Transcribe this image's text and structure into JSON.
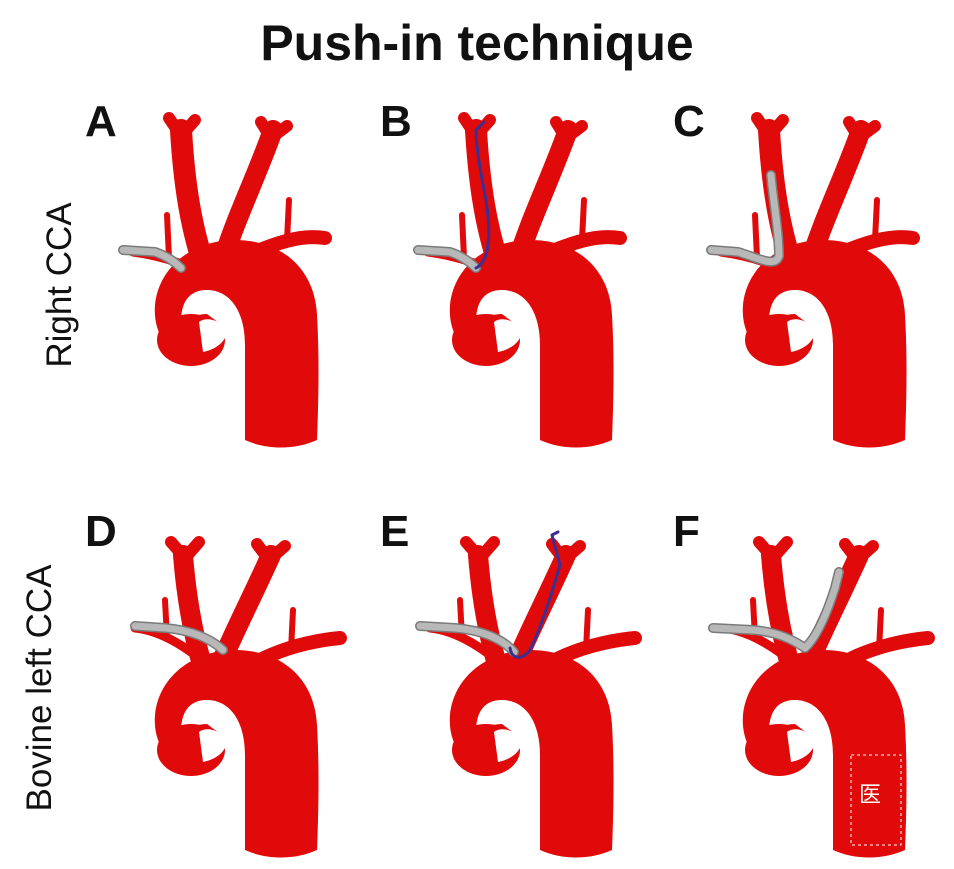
{
  "title": "Push-in technique",
  "rows": [
    {
      "label": "Right CCA",
      "variant": "right"
    },
    {
      "label": "Bovine left CCA",
      "variant": "bovine"
    }
  ],
  "panels": [
    {
      "letter": "A",
      "row": 0,
      "stage": "sheath"
    },
    {
      "letter": "B",
      "row": 0,
      "stage": "wire"
    },
    {
      "letter": "C",
      "row": 0,
      "stage": "advanced"
    },
    {
      "letter": "D",
      "row": 1,
      "stage": "sheath"
    },
    {
      "letter": "E",
      "row": 1,
      "stage": "wire"
    },
    {
      "letter": "F",
      "row": 1,
      "stage": "advanced"
    }
  ],
  "colors": {
    "vessel": "#e00a0a",
    "catheter": "#b8b8b8",
    "catheter_edge": "#7a7a7a",
    "wire": "#3c2f8f",
    "text": "#111111"
  },
  "watermark": {
    "text": "医",
    "description": "partially visible white stamp watermark over the descending aorta of panel F"
  }
}
